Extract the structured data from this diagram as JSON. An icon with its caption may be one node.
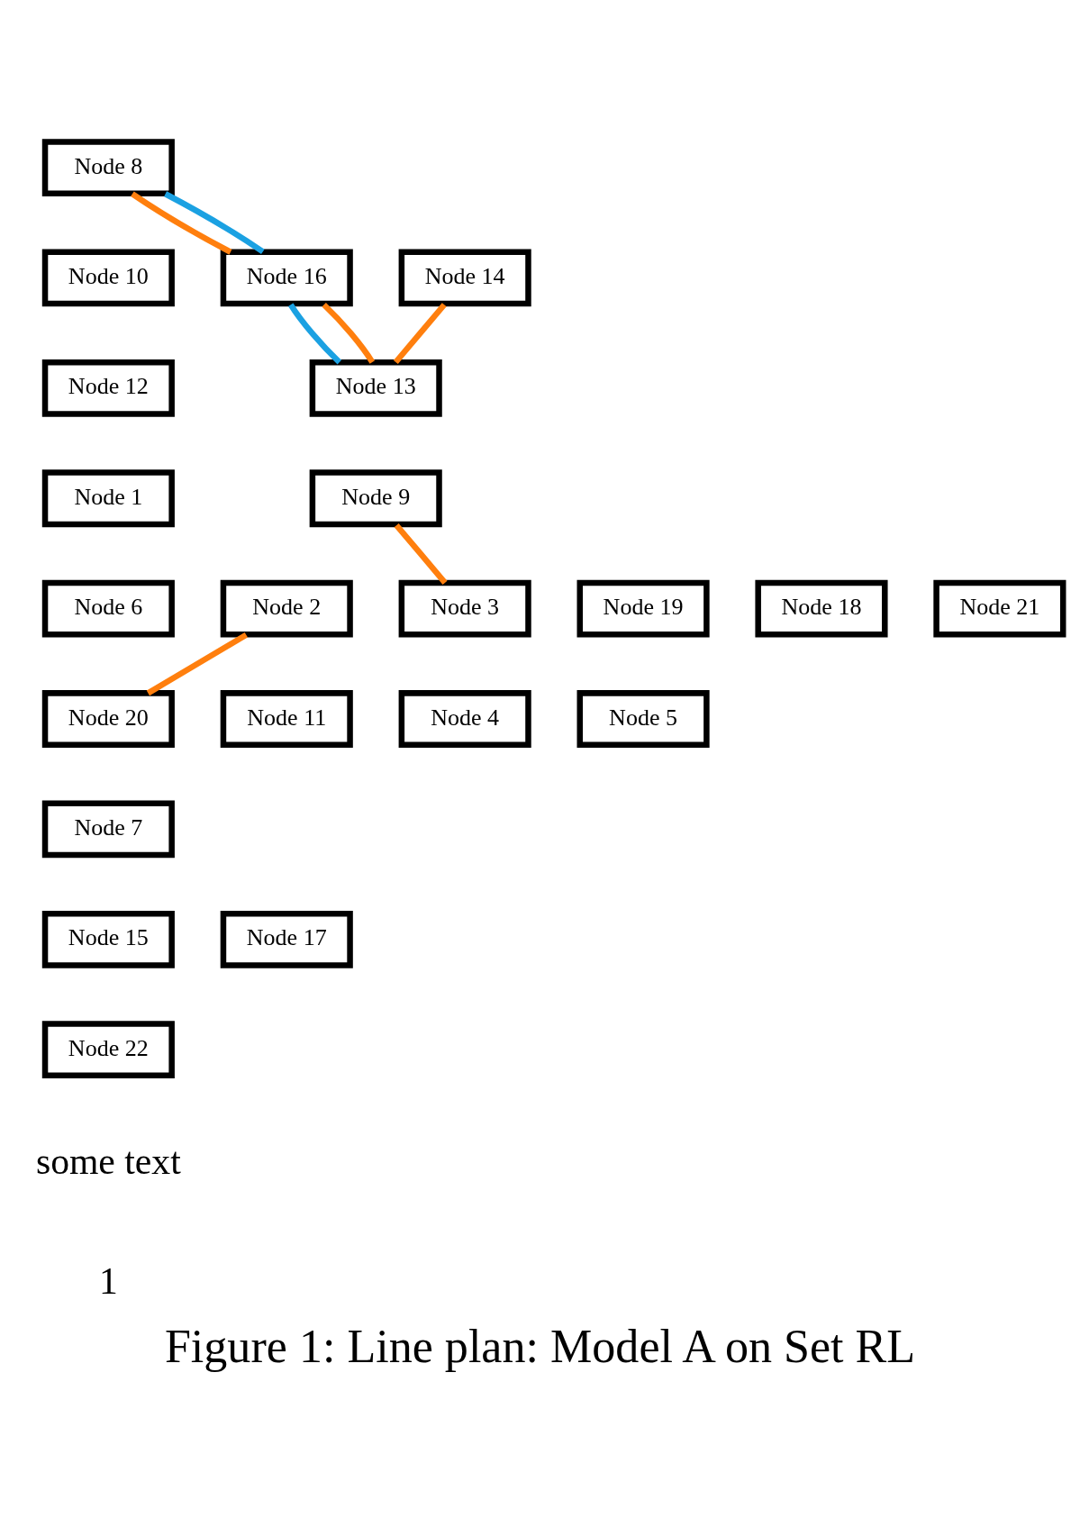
{
  "diagram": {
    "caption": "Figure 1: Line plan: Model A on Set RL",
    "nodes": [
      {
        "text": [
          "Node 8"
        ]
      },
      {
        "text": [
          "Node 10"
        ]
      },
      {
        "text": [
          "Node 14"
        ]
      },
      {
        "text": [
          "Node 16"
        ]
      },
      {
        "text": [
          "Node 12"
        ]
      },
      {
        "text": [
          "Node 13"
        ]
      },
      {
        "text": [
          "Node 1"
        ]
      },
      {
        "text": [
          "Node 9"
        ]
      },
      {
        "text": [
          "Node 6"
        ]
      },
      {
        "text": [
          "Node 19"
        ]
      },
      {
        "text": [
          "Node 18"
        ]
      },
      {
        "text": [
          "Node 2"
        ]
      },
      {
        "text": [
          "Node 21"
        ]
      },
      {
        "text": [
          "Node 3"
        ]
      },
      {
        "text": [
          "Node 20"
        ]
      },
      {
        "text": [
          "Node 11"
        ]
      },
      {
        "text": [
          "Node 4"
        ]
      },
      {
        "text": [
          "Node 5"
        ]
      },
      {
        "text": [
          "Node 7"
        ]
      },
      {
        "text": [
          "Node 15"
        ]
      },
      {
        "text": [
          "Node 17"
        ]
      },
      {
        "text": [
          "Node 22"
        ]
      }
    ],
    "edges": [
      {
        "from": 0,
        "to": 3,
        "arrow": "none"
      },
      {
        "from": 0,
        "to": 3,
        "arrow": "none",
        "color": "#1ba1e2"
      },
      {
        "from": 2,
        "to": 5,
        "arrow": "none"
      },
      {
        "from": 3,
        "to": 5,
        "arrow": "none",
        "color": "#1ba1e2"
      },
      {
        "from": 3,
        "to": 5,
        "arrow": "none"
      },
      {
        "from": 7,
        "to": 13,
        "arrow": "none"
      },
      {
        "from": 11,
        "to": 14,
        "arrow": "none"
      }
    ],
    "labels": [
      "some text",
      "1"
    ]
  }
}
